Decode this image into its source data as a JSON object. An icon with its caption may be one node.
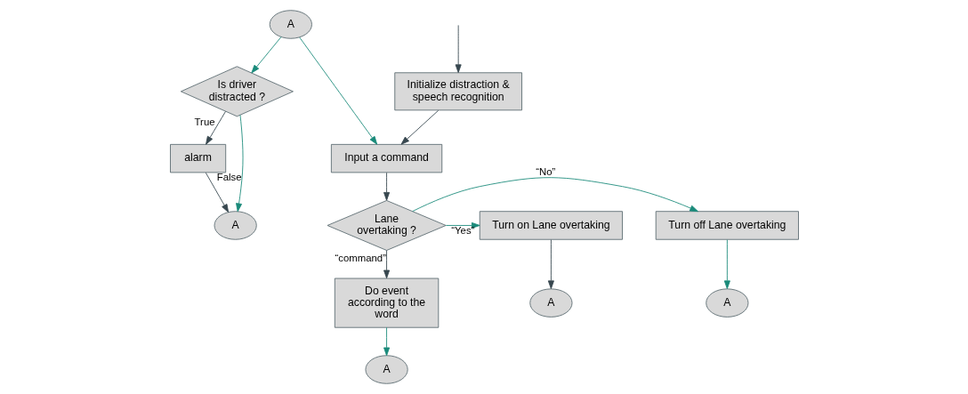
{
  "diagram": {
    "nodes": [
      {
        "text": [
          "Initialize distraction & speech recognition"
        ]
      },
      {
        "text": [
          "Is driver distracted ?"
        ]
      },
      {
        "text": [
          "A"
        ]
      },
      {
        "text": [
          "Input a command"
        ]
      },
      {
        "text": [
          "alarm"
        ]
      },
      {
        "text": [
          "A"
        ]
      },
      {
        "text": [
          "Lane overtaking ?"
        ]
      },
      {
        "text": [
          "Turn off Lane overtaking"
        ]
      },
      {
        "text": [
          "Turn on Lane overtaking"
        ]
      },
      {
        "text": [
          "Do event according to the word"
        ]
      },
      {
        "text": [
          "A"
        ]
      },
      {
        "text": [
          "A"
        ]
      },
      {
        "text": [
          "A"
        ]
      }
    ],
    "edges": [
      {
        "from": null,
        "to": 0,
        "arrow": "to"
      },
      {
        "from": 0,
        "to": 3,
        "arrow": "to"
      },
      {
        "from": 2,
        "to": 3,
        "arrow": "to",
        "color": "#1a8a7a"
      },
      {
        "from": 2,
        "to": 1,
        "arrow": "to",
        "color": "#1a8a7a"
      },
      {
        "from": 1,
        "to": 4,
        "arrow": "to",
        "label": "True"
      },
      {
        "from": 1,
        "to": 5,
        "arrow": "to",
        "label": "False",
        "color": "#1a8a7a"
      },
      {
        "from": 4,
        "to": 5,
        "arrow": "to"
      },
      {
        "from": 3,
        "to": 6,
        "arrow": "to"
      },
      {
        "from": 6,
        "to": 7,
        "arrow": "to",
        "label": "“No”",
        "color": "#1a8a7a"
      },
      {
        "from": 6,
        "to": 8,
        "arrow": "to",
        "label": "“Yes”",
        "color": "#1a8a7a"
      },
      {
        "from": 6,
        "to": 9,
        "arrow": "to",
        "label": "“command”"
      },
      {
        "from": 7,
        "to": 10,
        "arrow": "to",
        "color": "#1a8a7a"
      },
      {
        "from": 8,
        "to": 11,
        "arrow": "to"
      },
      {
        "from": 9,
        "to": 12,
        "arrow": "to",
        "color": "#1a8a7a"
      }
    ]
  }
}
